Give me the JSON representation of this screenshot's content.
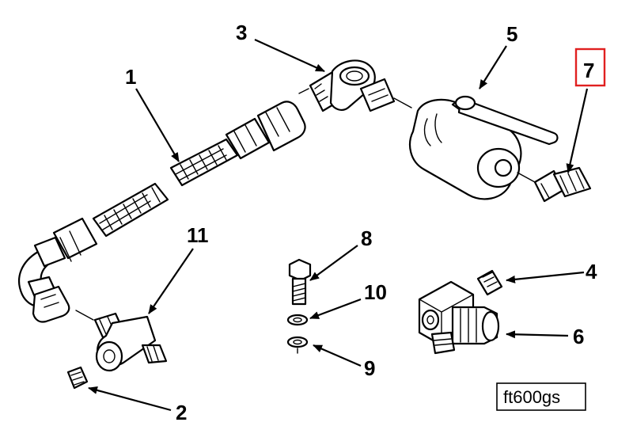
{
  "callouts": {
    "c1": "1",
    "c2": "2",
    "c3": "3",
    "c4": "4",
    "c5": "5",
    "c6": "6",
    "c7": "7",
    "c8": "8",
    "c9": "9",
    "c10": "10",
    "c11": "11"
  },
  "figure_code": "ft600gs",
  "highlight": {
    "callout": "7",
    "color": "#e02020"
  }
}
